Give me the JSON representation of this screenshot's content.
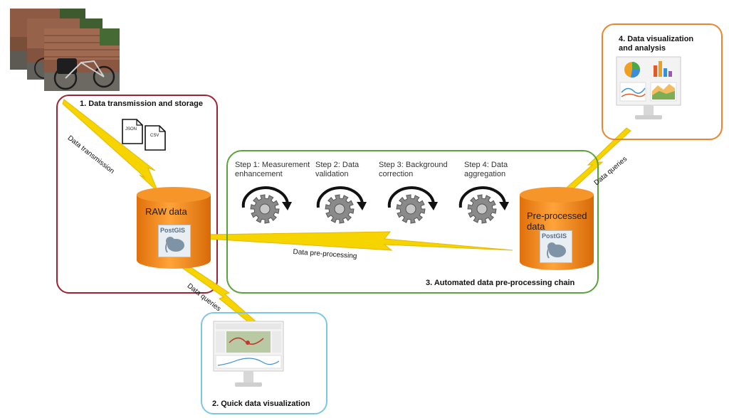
{
  "colors": {
    "storage_frame": "#9b2335",
    "pipeline_frame": "#5ca23a",
    "viz_frame": "#e8862d",
    "quick_frame": "#7ec6e8",
    "cylinder_orange": "#f28a1a",
    "bolt_yellow": "#f5d400"
  },
  "storage": {
    "title": "1. Data transmission and storage",
    "files": [
      "JSON",
      "CSV"
    ],
    "raw_label": "RAW data",
    "postgis_label": "PostGIS"
  },
  "pipeline": {
    "title": "3. Automated data pre-processing chain",
    "steps": [
      {
        "line1": "Step 1: Measurement",
        "line2": "enhancement"
      },
      {
        "line1": "Step 2: Data",
        "line2": "validation"
      },
      {
        "line1": "Step 3: Background",
        "line2": "correction"
      },
      {
        "line1": "Step 4: Data",
        "line2": "aggregation"
      }
    ],
    "processed_label_1": "Pre-processed",
    "processed_label_2": "data",
    "postgis_label": "PostGIS"
  },
  "arrows": {
    "transmission": "Data transmission",
    "preprocessing": "Data pre-processing",
    "queries_quick": "Data queries",
    "queries_viz": "Data queries"
  },
  "visualization": {
    "title_1": "4. Data visualization",
    "title_2": "and analysis"
  },
  "quick": {
    "title": "2. Quick data visualization"
  },
  "icons": [
    "bicycle-photo",
    "file-icon",
    "gear-icon",
    "database-icon",
    "postgis-logo",
    "monitor-icon",
    "pie-chart-icon",
    "bar-chart-icon",
    "line-chart-icon",
    "map-icon"
  ]
}
